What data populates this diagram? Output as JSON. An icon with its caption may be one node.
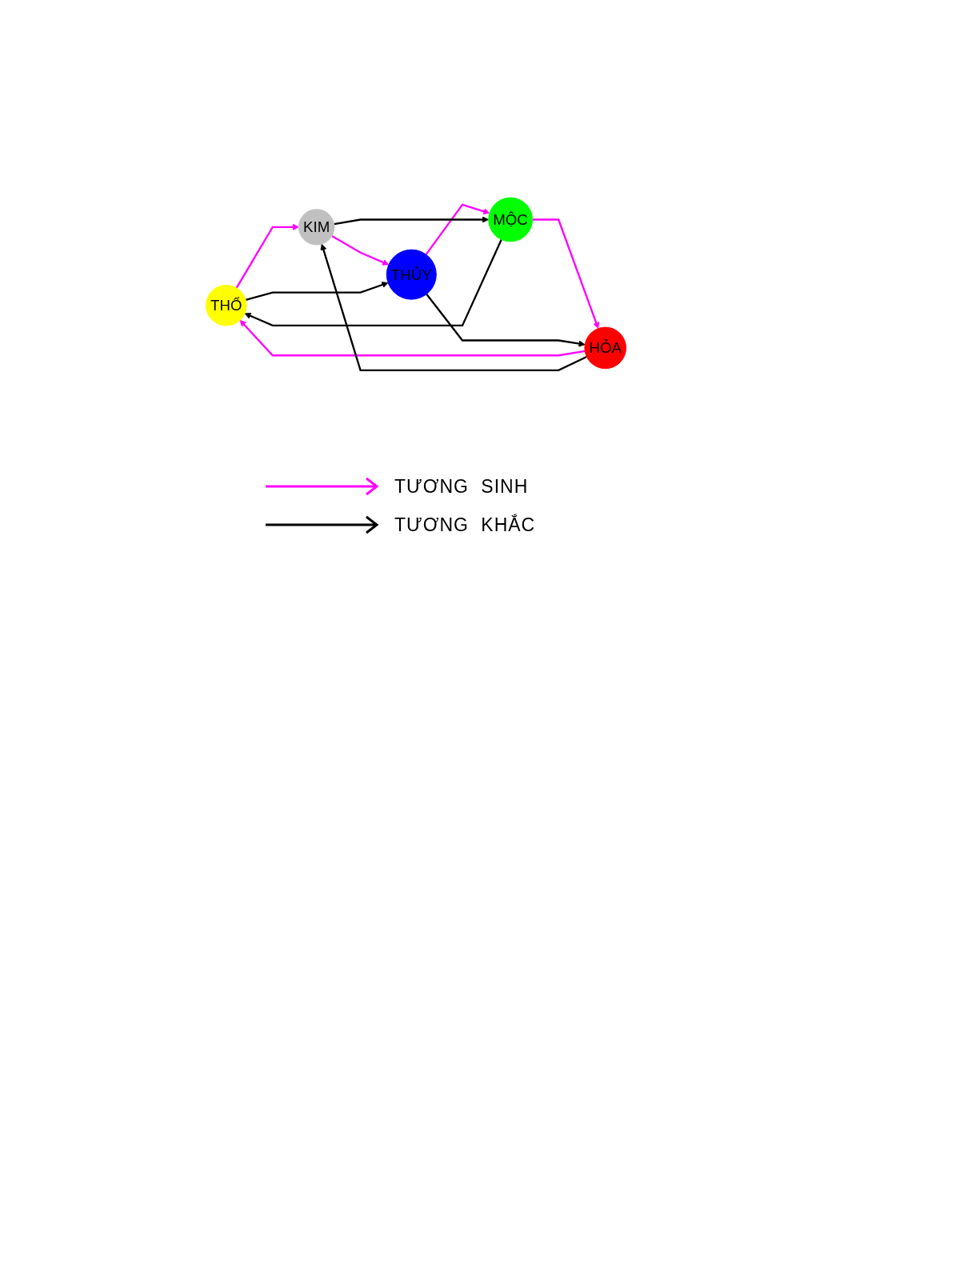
{
  "diagram": {
    "nodes": [
      {
        "text": [
          "THỔ"
        ]
      },
      {
        "text": [
          "HỎA"
        ]
      },
      {
        "text": [
          "KIM"
        ]
      },
      {
        "text": [
          "MỘC"
        ]
      },
      {
        "text": [
          "THỦY"
        ]
      }
    ],
    "edges": [
      {
        "from": 0,
        "to": 2,
        "arrow": "to",
        "color": "#ff00ff"
      },
      {
        "from": 2,
        "to": 4,
        "arrow": "to",
        "color": "#ff00ff"
      },
      {
        "from": 4,
        "to": 3,
        "arrow": "to",
        "color": "#ff00ff"
      },
      {
        "from": 3,
        "to": 1,
        "arrow": "to",
        "color": "#ff00ff"
      },
      {
        "from": 1,
        "to": 0,
        "arrow": "to",
        "color": "#ff00ff"
      },
      {
        "from": 1,
        "to": 2,
        "arrow": "to",
        "color": "#000000"
      },
      {
        "from": 2,
        "to": 3,
        "arrow": "to",
        "color": "#000000"
      },
      {
        "from": 3,
        "to": 0,
        "arrow": "to",
        "color": "#000000"
      },
      {
        "from": 0,
        "to": 4,
        "arrow": "to",
        "color": "#000000"
      },
      {
        "from": 4,
        "to": 1,
        "arrow": "to",
        "color": "#000000"
      }
    ],
    "legend": [
      {
        "text": "TƯƠNG SINH"
      },
      {
        "text": "TƯƠNG KHẮC"
      }
    ]
  }
}
